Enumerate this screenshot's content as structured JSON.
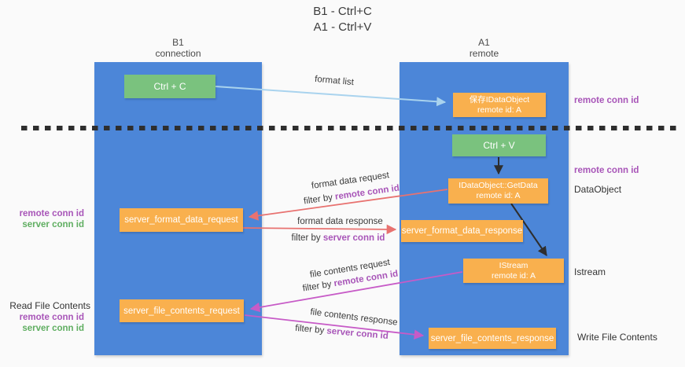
{
  "title": {
    "line1": "B1 - Ctrl+C",
    "line2": "A1 - Ctrl+V"
  },
  "lanes": {
    "left": {
      "name": "B1",
      "role": "connection"
    },
    "right": {
      "name": "A1",
      "role": "remote"
    }
  },
  "nodes": {
    "ctrl_c": {
      "label": "Ctrl + C"
    },
    "ctrl_v": {
      "label": "Ctrl + V"
    },
    "save_object": {
      "line1": "保存IDataObject",
      "line2": "remote id: A"
    },
    "get_data": {
      "line1": "IDataObject::GetData",
      "line2": "remote id: A"
    },
    "istream": {
      "line1": "IStream",
      "line2": "remote id: A"
    },
    "format_request": {
      "label": "server_format_data_request"
    },
    "format_response": {
      "label": "server_format_data_response"
    },
    "file_request": {
      "label": "server_file_contents_request"
    },
    "file_response": {
      "label": "server_file_contents_response"
    }
  },
  "flows": {
    "format_list": {
      "label": "format list"
    },
    "format_data_request": {
      "label": "format data request",
      "filter_prefix": "filter by ",
      "filter_key": "remote conn id"
    },
    "format_data_response": {
      "label": "format data response",
      "filter_prefix": "filter by ",
      "filter_key": "server conn id"
    },
    "file_contents_request": {
      "label": "file contents request",
      "filter_prefix": "filter by ",
      "filter_key": "remote conn id"
    },
    "file_contents_response": {
      "label": "file contents response",
      "filter_prefix": "filter by ",
      "filter_key": "server conn id"
    }
  },
  "side_labels": {
    "right_top_remote_conn_id": "remote conn id",
    "right_mid_remote_conn_id": "remote conn id",
    "data_object": "DataObject",
    "istream": "Istream",
    "write_file_contents": "Write File Contents",
    "left_mid_remote_conn_id": "remote conn id",
    "left_mid_server_conn_id": "server conn id",
    "read_file_contents": "Read File Contents",
    "left_bottom_remote_conn_id": "remote conn id",
    "left_bottom_server_conn_id": "server conn id"
  },
  "colors": {
    "lane_blue": "#4c86d8",
    "action_green": "#7ac27e",
    "message_orange": "#f9b04e",
    "purple_text": "#a855b8",
    "green_text": "#5fae61",
    "red_arrow": "#e87270",
    "magenta_arrow": "#c75bc7",
    "light_blue_arrow": "#a9d3ee",
    "dark": "#333333"
  }
}
